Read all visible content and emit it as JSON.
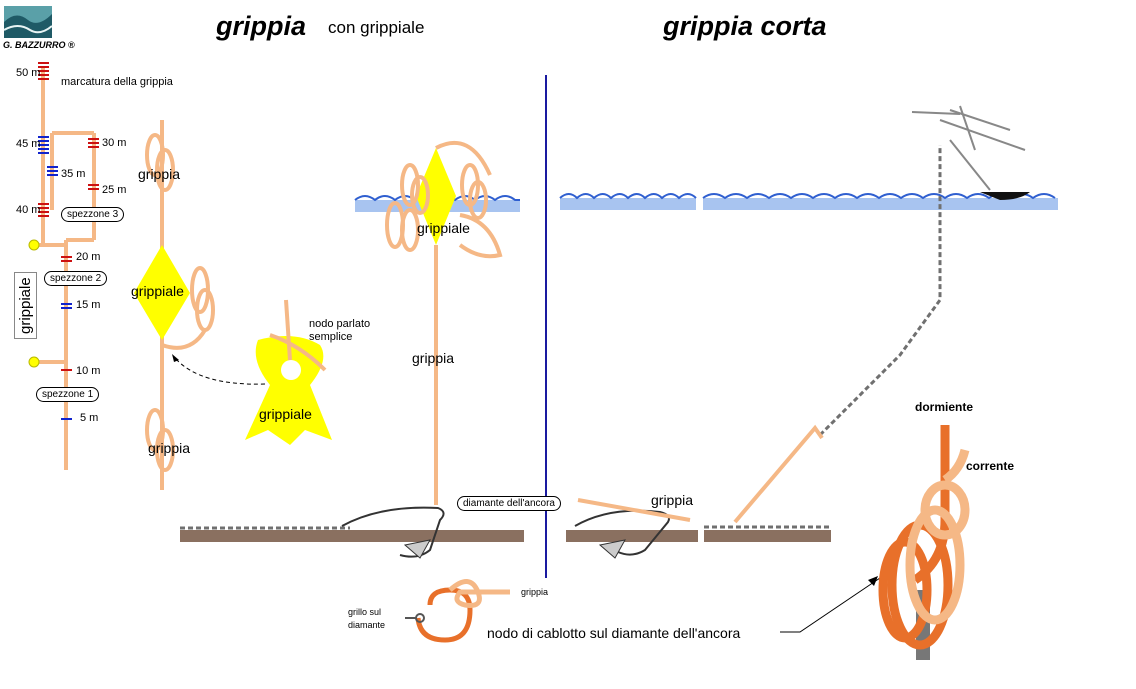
{
  "logo": {
    "author": "G. BAZZURRO ®"
  },
  "titles": {
    "left_main": "grippia",
    "left_sub": "con grippiale",
    "right_main": "grippia corta"
  },
  "marking": {
    "caption": "marcatura della grippia",
    "left_marks": [
      "50 m",
      "45 m",
      "40 m"
    ],
    "right_marks": [
      "30 m",
      "25 m",
      "35 m",
      "20 m",
      "15 m",
      "10 m",
      "5 m"
    ]
  },
  "sections": {
    "spezzone_3": "spezzone 3",
    "spezzone_2": "spezzone 2",
    "spezzone_1": "spezzone 1",
    "grippiale_box": "grippiale"
  },
  "labels": {
    "grippia_upper": "grippia",
    "grippiale_diamond": "grippiale",
    "grippia_lower": "grippia",
    "nodo_parlato": "nodo parlato",
    "semplice": "semplice",
    "grippiale_buoy": "grippiale",
    "grippiale_float": "grippiale",
    "grippia_center": "grippia",
    "diamante": "diamante dell'ancora",
    "grippia_short": "grippia",
    "grippia_small": "grippia",
    "grillo_line1": "grillo sul",
    "grillo_line2": "diamante",
    "nodo_cablotto": "nodo di cablotto sul diamante dell'ancora",
    "dormiente": "dormiente",
    "corrente": "corrente"
  },
  "colors": {
    "rope": "#f5b886",
    "rope_dark": "#e8702a",
    "buoy": "#ffff00",
    "water": "#a8c4f0",
    "sea_line": "#2f5fd0",
    "divider": "#1a1aa0",
    "seabed": "#8a7060",
    "chain": "#707070",
    "mark_red": "#cc1111",
    "mark_blue": "#1122cc"
  }
}
